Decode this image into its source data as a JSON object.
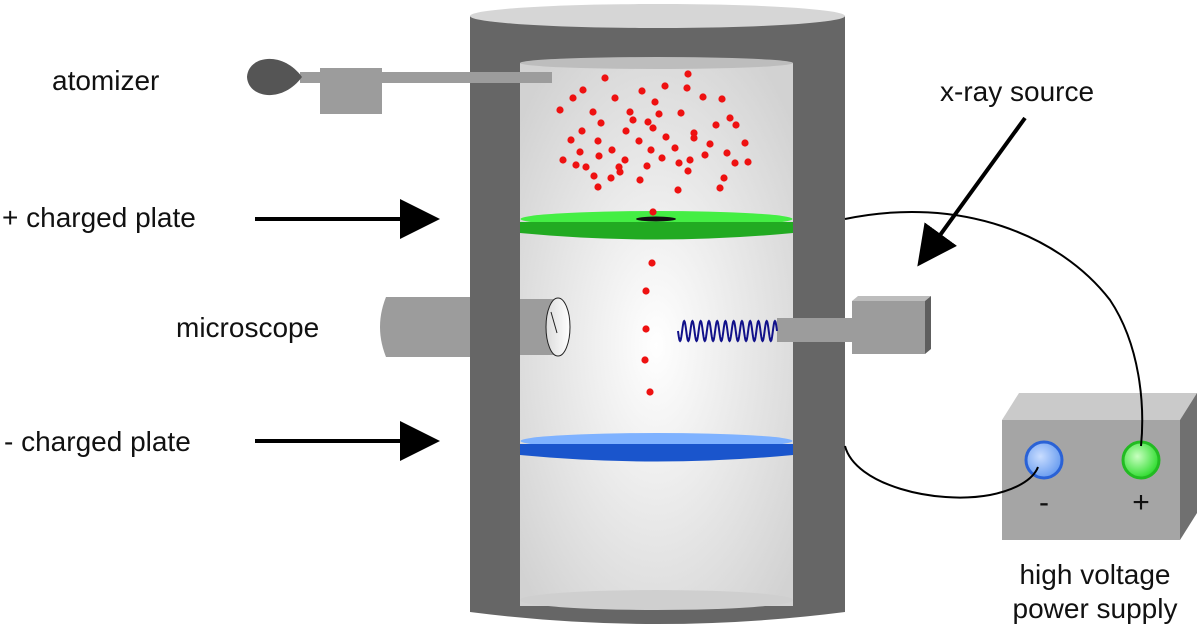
{
  "labels": {
    "atomizer": "atomizer",
    "positive_plate": "+ charged plate",
    "negative_plate": "- charged plate",
    "microscope": "microscope",
    "xray_source": "x-ray source",
    "power_supply_line1": "high voltage",
    "power_supply_line2": "power supply",
    "minus_terminal": "-",
    "plus_terminal": "+"
  },
  "colors": {
    "chamber_wall": "#666666",
    "chamber_inner": "#e6e6e6",
    "positive_plate": "#44ee44",
    "negative_plate": "#7fb2ff",
    "droplet": "#ee1111",
    "spring": "#11118a",
    "device_gray": "#9c9c9c",
    "power_supply": "#a5a5a5",
    "wire": "#000000",
    "arrow": "#000000"
  },
  "icons": {
    "atomizer_bulb": "atomizer-bulb-icon",
    "arrow": "arrow-right-icon",
    "spring": "spring-coil-icon",
    "terminal_minus": "terminal-minus-icon",
    "terminal_plus": "terminal-plus-icon"
  }
}
